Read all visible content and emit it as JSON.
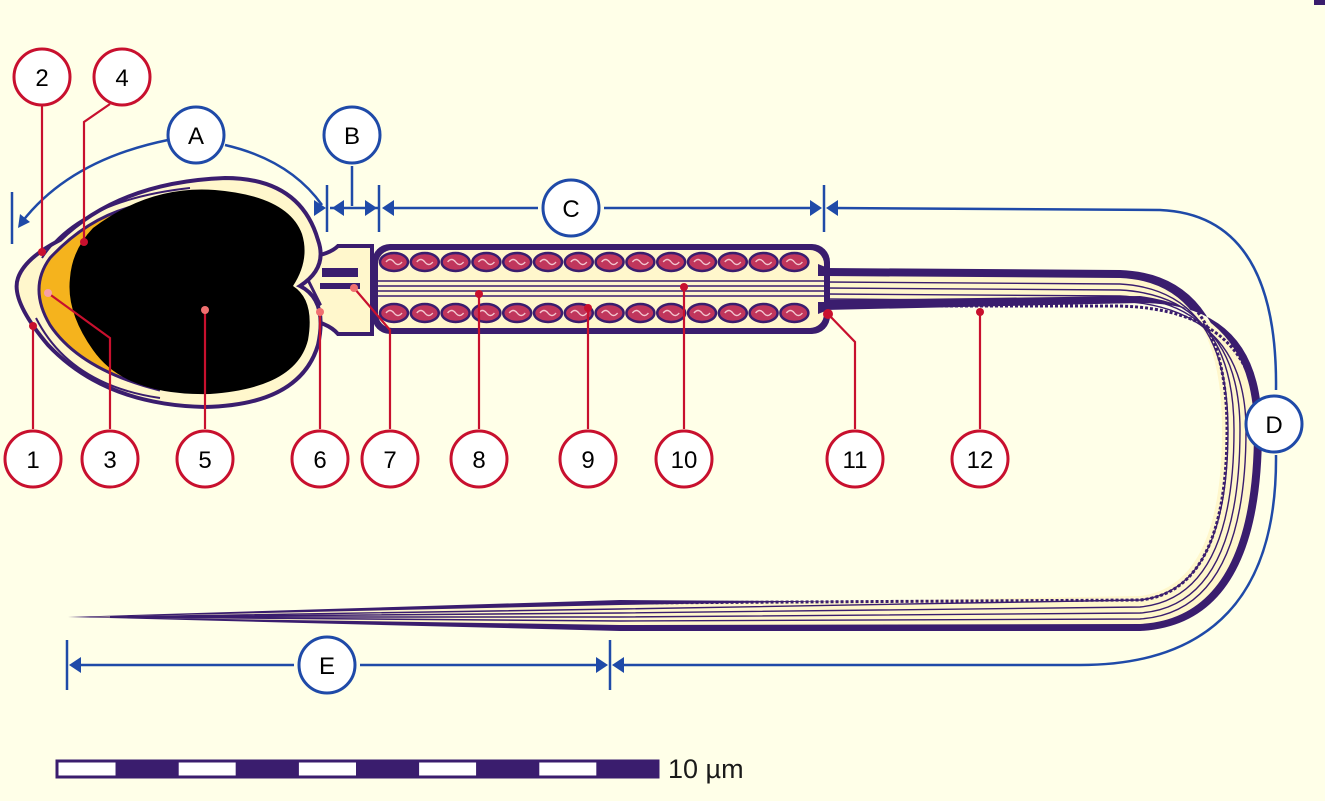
{
  "colors": {
    "background": "#ffffe8",
    "outline": "#3a1d6e",
    "nucleus": "#000000",
    "acrosome": "#f5b31d",
    "mitochondria": "#c0365c",
    "marker_red": "#c8102e",
    "bracket_blue": "#1f4aa8"
  },
  "region_markers": [
    {
      "id": "A",
      "label": "A"
    },
    {
      "id": "B",
      "label": "B"
    },
    {
      "id": "C",
      "label": "C"
    },
    {
      "id": "D",
      "label": "D"
    },
    {
      "id": "E",
      "label": "E"
    }
  ],
  "part_markers": [
    {
      "id": "1",
      "label": "1"
    },
    {
      "id": "2",
      "label": "2"
    },
    {
      "id": "3",
      "label": "3"
    },
    {
      "id": "4",
      "label": "4"
    },
    {
      "id": "5",
      "label": "5"
    },
    {
      "id": "6",
      "label": "6"
    },
    {
      "id": "7",
      "label": "7"
    },
    {
      "id": "8",
      "label": "8"
    },
    {
      "id": "9",
      "label": "9"
    },
    {
      "id": "10",
      "label": "10"
    },
    {
      "id": "11",
      "label": "11"
    },
    {
      "id": "12",
      "label": "12"
    }
  ],
  "scale_bar": {
    "label": "10 µm",
    "segments": 10
  }
}
